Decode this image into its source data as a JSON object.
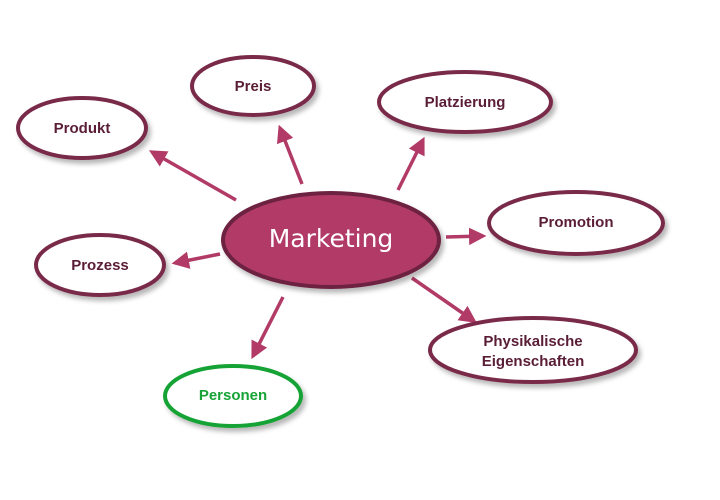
{
  "colors": {
    "primary": "#7a2a4a",
    "center_fill": "#b13b66",
    "center_text": "#ffffff",
    "accent": "#18a336",
    "node_fill": "#ffffff",
    "text": "#5a1d36"
  },
  "diagram": {
    "center": {
      "label": "Marketing"
    },
    "nodes": [
      {
        "id": "produkt",
        "lines": [
          "Produkt"
        ]
      },
      {
        "id": "preis",
        "lines": [
          "Preis"
        ]
      },
      {
        "id": "platzierung",
        "lines": [
          "Platzierung"
        ]
      },
      {
        "id": "promotion",
        "lines": [
          "Promotion"
        ]
      },
      {
        "id": "physikalische",
        "lines": [
          "Physikalische",
          "Eigenschaften"
        ]
      },
      {
        "id": "personen",
        "lines": [
          "Personen"
        ]
      },
      {
        "id": "prozess",
        "lines": [
          "Prozess"
        ]
      }
    ]
  }
}
